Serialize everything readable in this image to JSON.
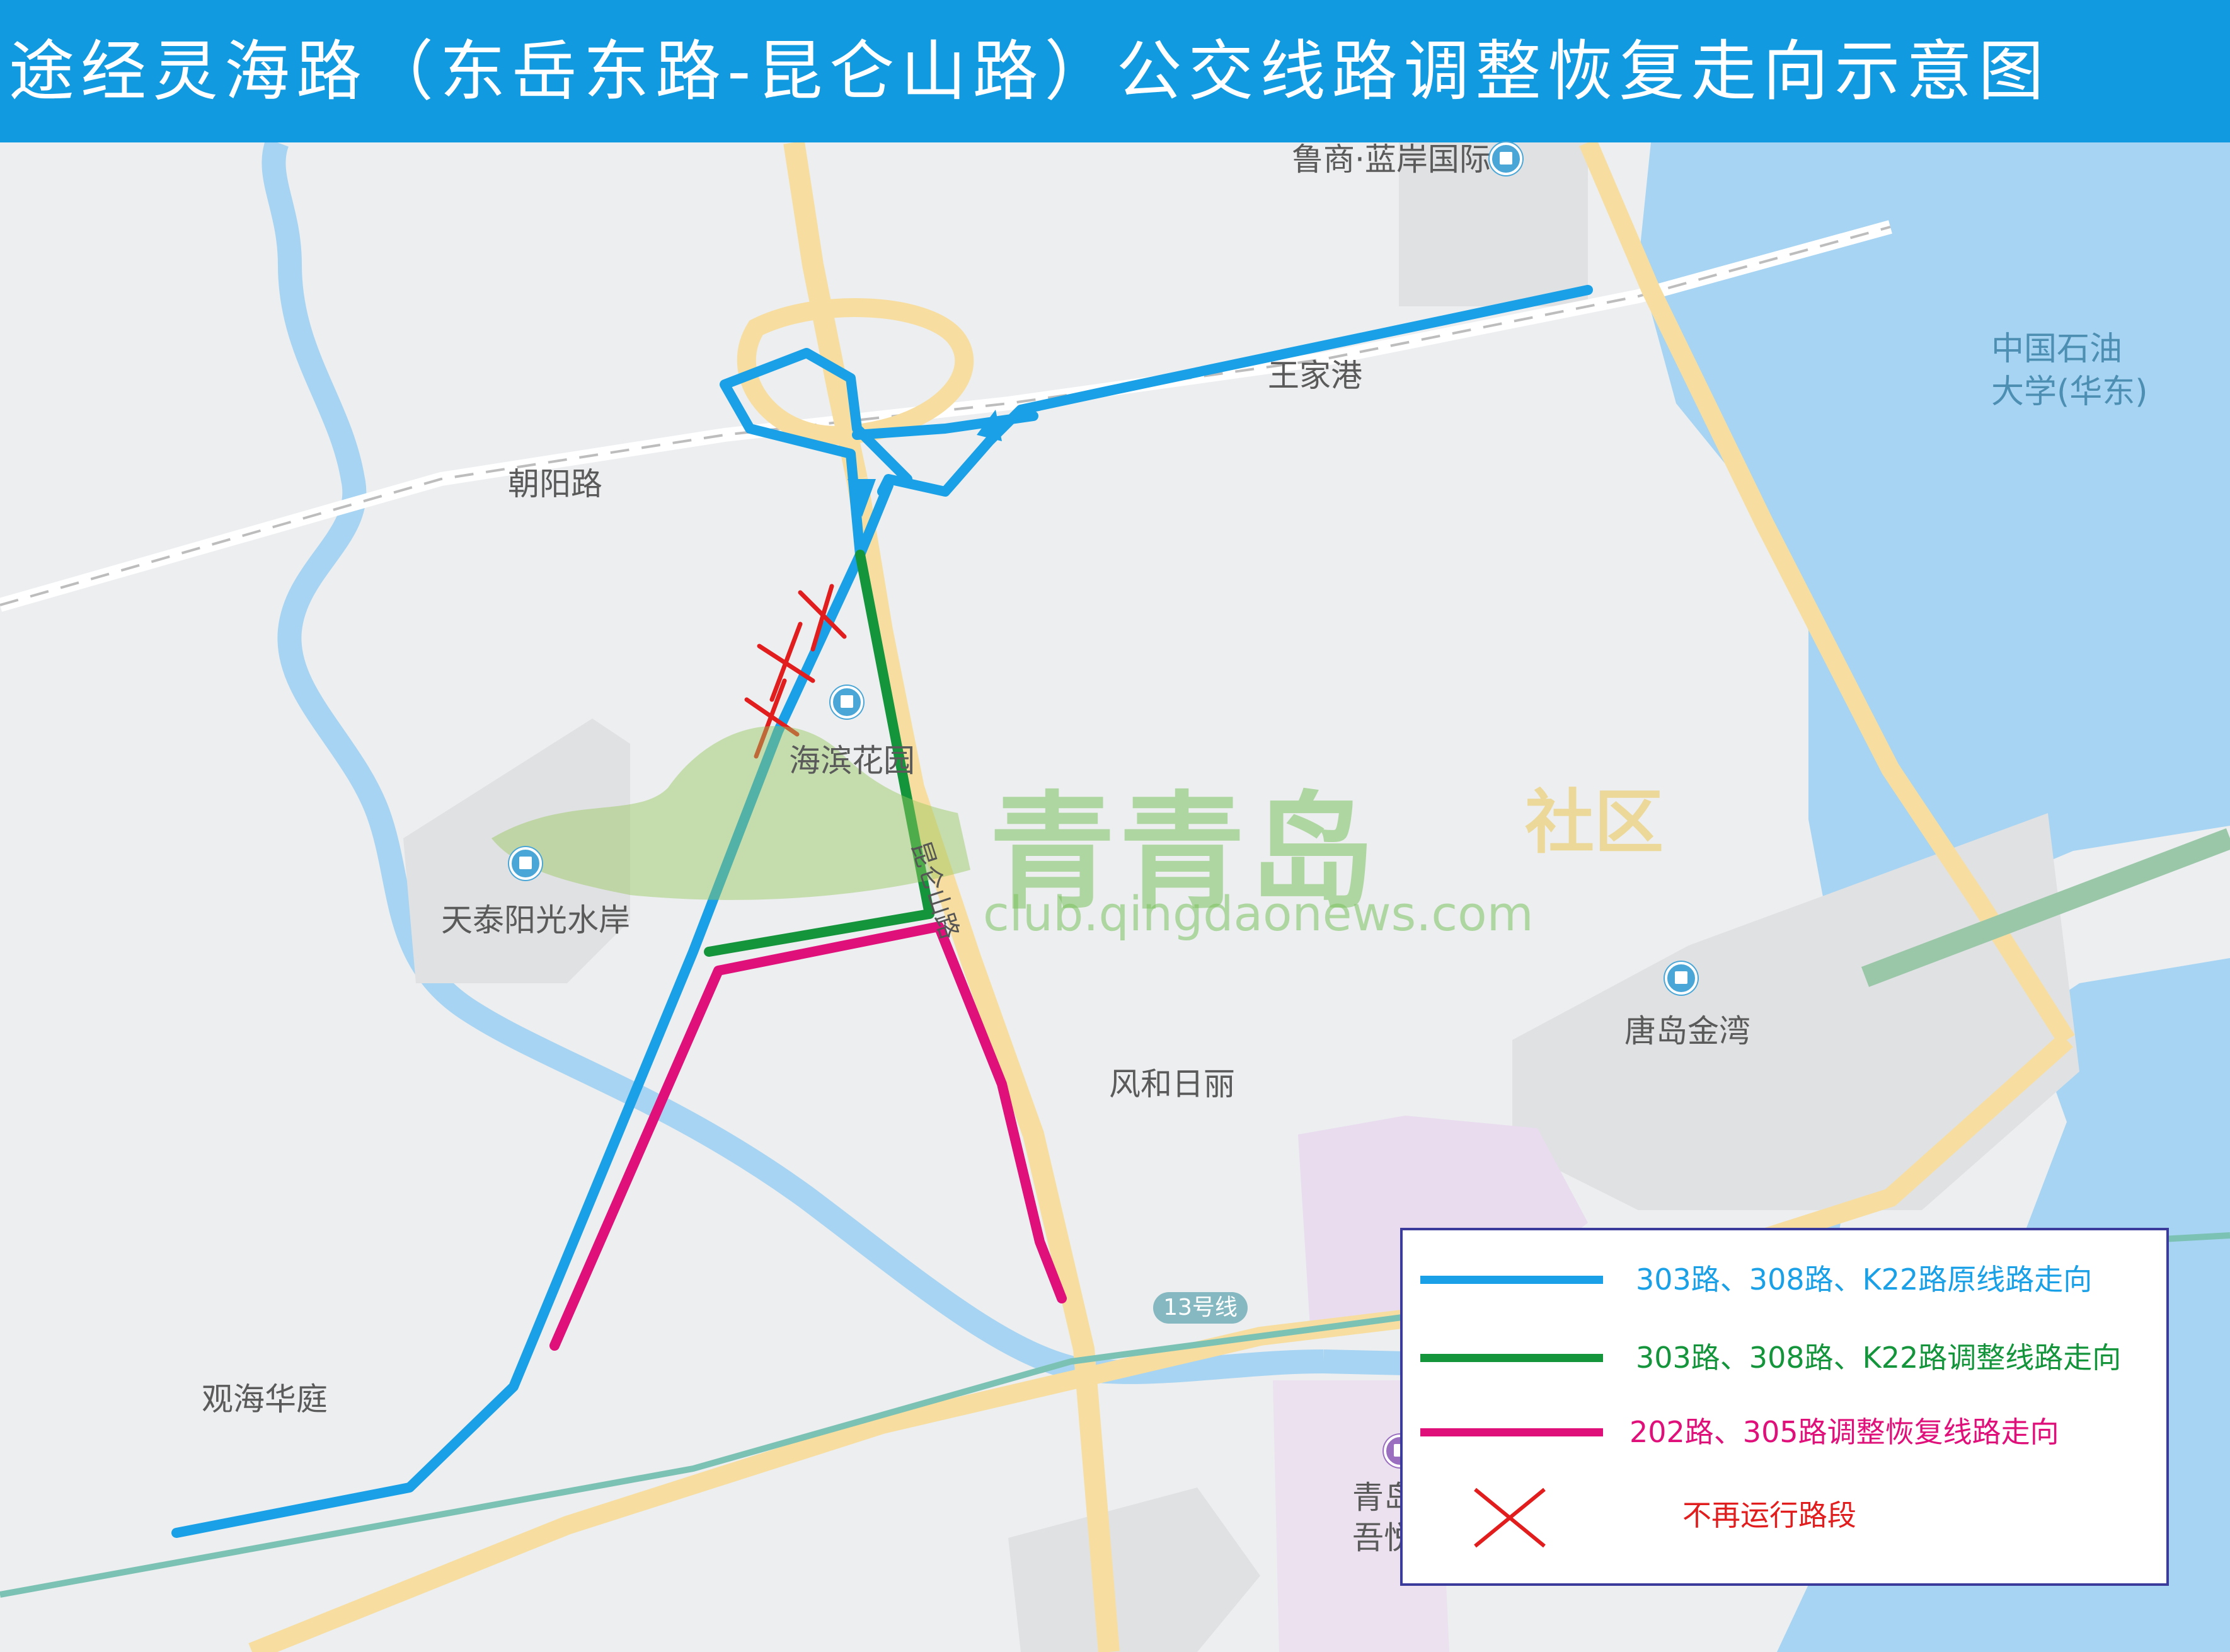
{
  "title": "途经灵海路（东岳东路-昆仑山路）公交线路调整恢复走向示意图",
  "map": {
    "places": {
      "lushang": "鲁商·蓝岸国际",
      "wangjiagang": "王家港",
      "chaoyanglu": "朝阳路",
      "haibinhuayuan": "海滨花园",
      "tiantai": "天泰阳光水岸",
      "fengheri": "风和日丽",
      "tangdao": "唐岛金湾",
      "guanhai": "观海华庭",
      "qingdao_partial_1": "青岛",
      "qingdao_partial_2": "吾悦",
      "upc_line1": "中国石油",
      "upc_line2": "大学(华东)"
    },
    "road_kunlunshan": "昆仑山路",
    "metro_badge": "13号线"
  },
  "watermark": {
    "brand": "青青岛",
    "sub": "社区",
    "url": "club.qingdaonews.com"
  },
  "legend": {
    "items": [
      {
        "label": "303路、308路、K22路原线路走向",
        "color": "#1aa0e6"
      },
      {
        "label": "303路、308路、K22路调整线路走向",
        "color": "#14953c"
      },
      {
        "label": "202路、305路调整恢复线路走向",
        "color": "#e0107a"
      },
      {
        "label": "不再运行路段",
        "color": "#e21d1d"
      }
    ]
  },
  "colors": {
    "title_bg": "#119ae0",
    "blue_route": "#1aa0e6",
    "green_route": "#14953c",
    "pink_route": "#e0107a",
    "cross": "#e21d1d",
    "water": "#a6d4f2"
  }
}
